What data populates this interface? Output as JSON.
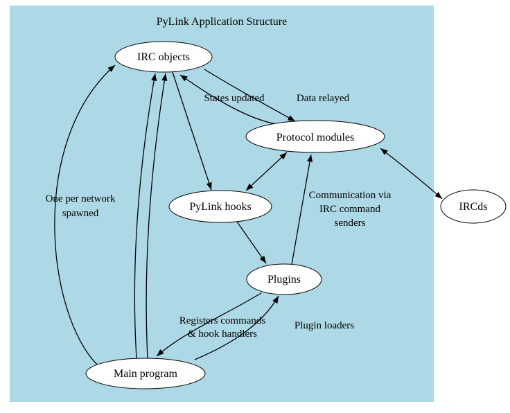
{
  "title": "PyLink Application Structure",
  "colors": {
    "background": "#add8e6",
    "node_fill": "#ffffff",
    "node_stroke": "#000000",
    "black": "#000000",
    "green": "#008000",
    "navy": "#000080",
    "purple": "#6a0dad",
    "brown": "#a52a2a"
  },
  "nodes": {
    "irc_objects": {
      "label": "IRC objects"
    },
    "protocol_modules": {
      "label": "Protocol modules"
    },
    "ircds": {
      "label": "IRCds"
    },
    "pylink_hooks": {
      "label": "PyLink hooks"
    },
    "plugins": {
      "label": "Plugins"
    },
    "main_program": {
      "label": "Main program"
    }
  },
  "edge_labels": {
    "data_relayed": {
      "lines": [
        "Data relayed"
      ]
    },
    "states_updated": {
      "lines": [
        "States updated"
      ]
    },
    "one_per_network": {
      "lines": [
        "One per network",
        "spawned"
      ]
    },
    "communication": {
      "lines": [
        "Communication via",
        "IRC command",
        "senders"
      ]
    },
    "registers": {
      "lines": [
        "Registers commands",
        "& hook handlers"
      ]
    },
    "plugin_loaders": {
      "lines": [
        "Plugin loaders"
      ]
    }
  }
}
